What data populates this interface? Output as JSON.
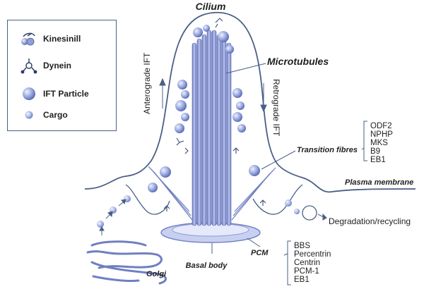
{
  "title": "Cilium",
  "labels": {
    "microtubules": "Microtubules",
    "anterograde": "Anterograde IFT",
    "retrograde": "Retrograde IFT",
    "transition_fibres": "Transition fibres",
    "plasma_membrane": "Plasma membrane",
    "degradation": "Degradation/recycling",
    "basal_body": "Basal body",
    "pcm": "PCM",
    "golgi": "Golgi"
  },
  "transition_fibres_list": [
    "ODF2",
    "NPHP",
    "MKS",
    "B9",
    "EB1"
  ],
  "pcm_list": [
    "BBS",
    "Percentrin",
    "Centrin",
    "PCM-1",
    "EB1"
  ],
  "legend": [
    {
      "label": "Kinesinill",
      "icon": "kinesin-icon"
    },
    {
      "label": "Dynein",
      "icon": "dynein-icon"
    },
    {
      "label": "IFT Particle",
      "icon": "ift-particle-icon"
    },
    {
      "label": "Cargo",
      "icon": "cargo-icon"
    }
  ],
  "colors": {
    "outline": "#4a5f86",
    "particle": "#8d9fd8",
    "particle_dark": "#5b6fb5",
    "tubule": "#8c9ad4",
    "tubule_dark": "#6f7fc2"
  }
}
